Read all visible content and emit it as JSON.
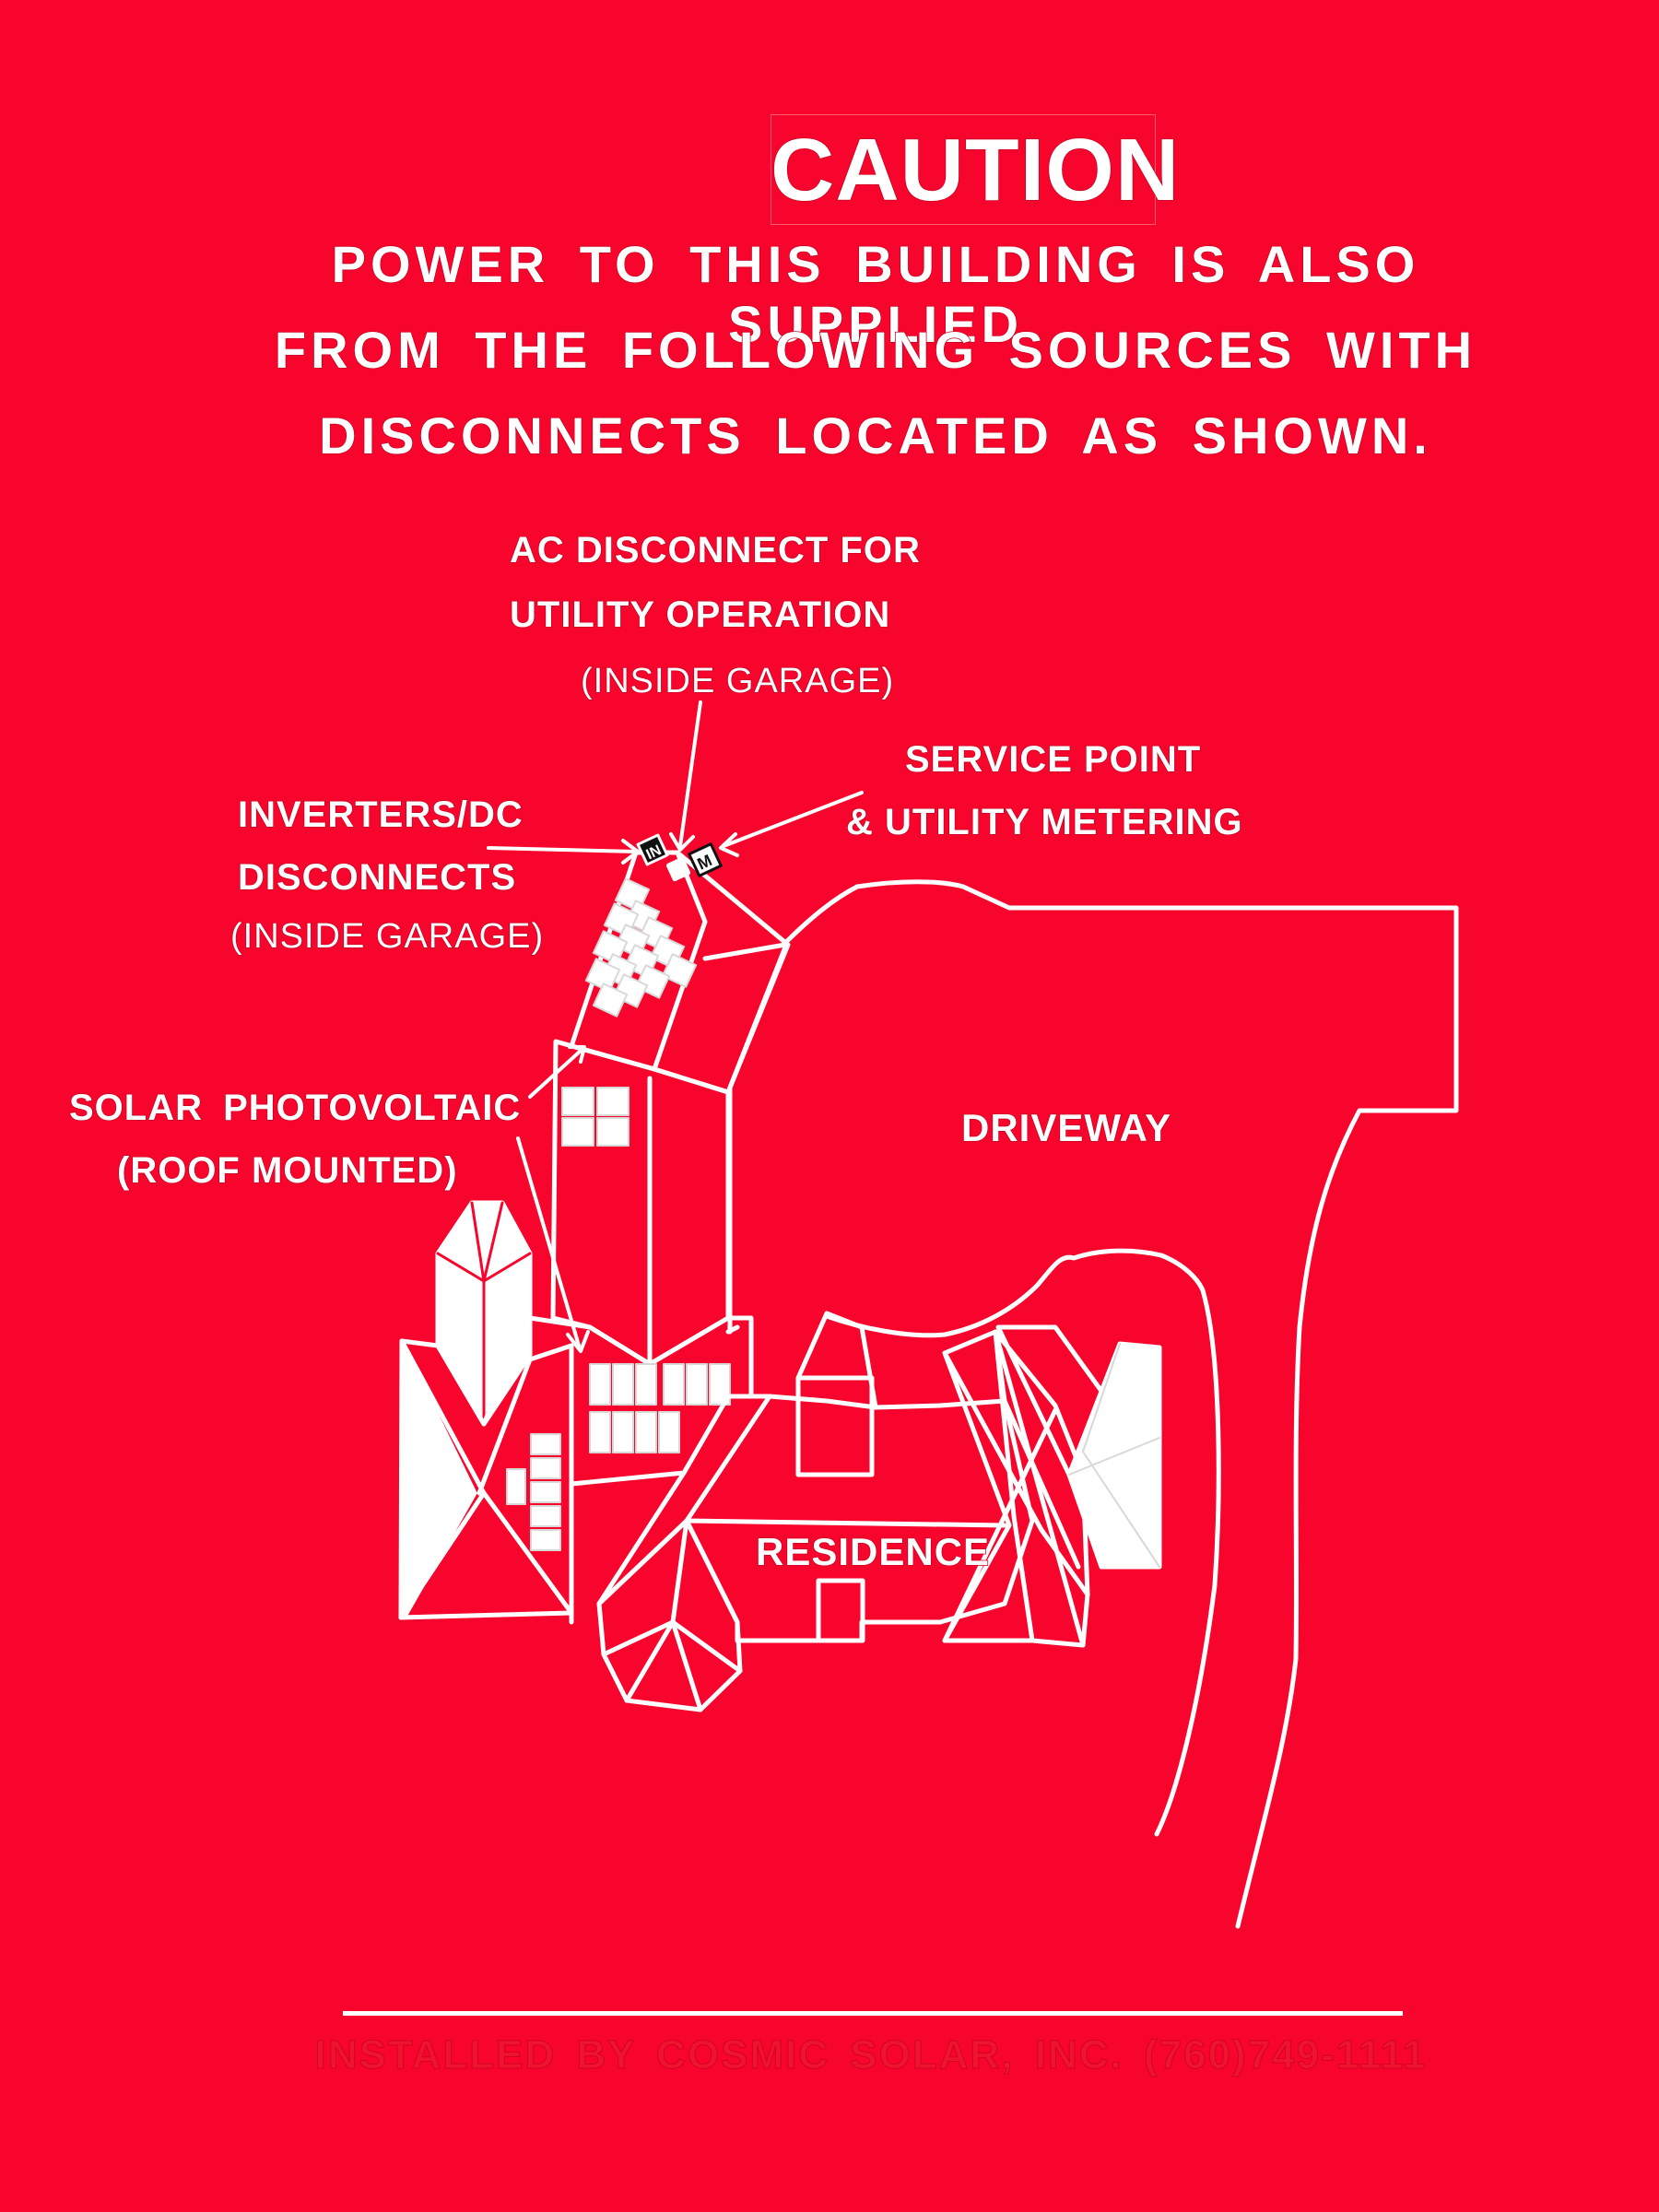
{
  "sign": {
    "title": "CAUTION",
    "heading_lines": [
      "POWER TO THIS BUILDING IS ALSO SUPPLIED",
      "FROM THE FOLLOWING SOURCES WITH",
      "DISCONNECTS LOCATED AS SHOWN."
    ],
    "labels": {
      "ac_disconnect_line1": "AC DISCONNECT FOR",
      "ac_disconnect_line2": "UTILITY OPERATION",
      "ac_disconnect_note": "(INSIDE GARAGE)",
      "service_point_line1": "SERVICE POINT",
      "service_point_line2": "& UTILITY METERING",
      "inverters_line1": "INVERTERS/DC",
      "inverters_line2": "DISCONNECTS",
      "inverters_note": "(INSIDE GARAGE)",
      "solar_line1": "SOLAR PHOTOVOLTAIC",
      "solar_line2": "(ROOF MOUNTED)",
      "driveway": "DRIVEWAY",
      "residence": "RESIDENCE",
      "marker_inverter": "IN",
      "marker_meter": "M"
    },
    "footer": "INSTALLED BY COSMIC SOLAR, INC. (760)749-1111",
    "colors": {
      "background": "#f7052d",
      "foreground": "#ffffff"
    }
  }
}
